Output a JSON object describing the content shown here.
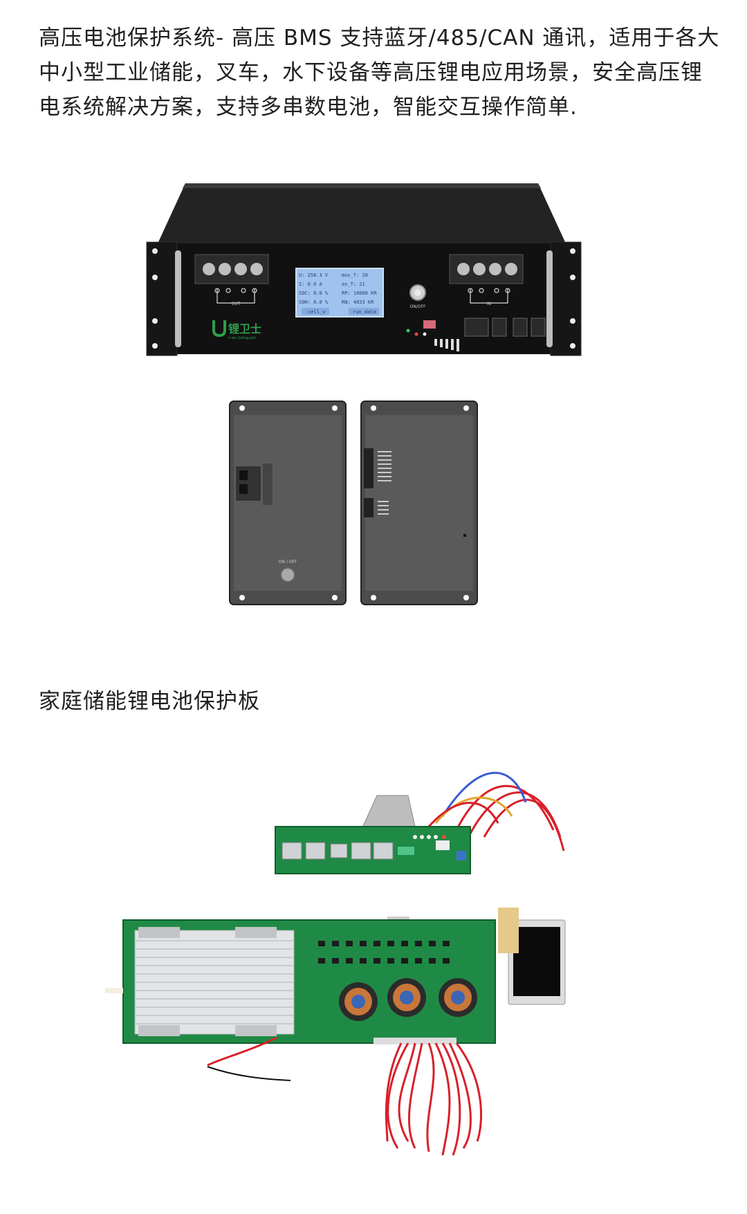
{
  "intro": {
    "paragraph": "高压电池保护系统- 高压 BMS 支持蓝牙/485/CAN 通讯，适用于各大中小型工业储能，叉车，水下设备等高压锂电应用场景，安全高压锂电系统解决方案，支持多串数电池，智能交互操作简单."
  },
  "rack_unit": {
    "lcd": {
      "row1_left": "U:   258.3   V",
      "row1_right": "mos_T:   20",
      "row2_left": "I:    0.0    A",
      "row2_right": "en_T:    21",
      "row3_left": "SOC:  0.0   %",
      "row3_right": "RP:  10000  KR",
      "row4_left": "SOH:  0.0   %",
      "row4_right": "RN:   4833  KR",
      "btn_left": "cell_v",
      "btn_right": "run_data"
    },
    "power_label": "ON/OFF",
    "out_label": "OUT",
    "in_label": "IN",
    "logo_text": "锂卫士",
    "logo_sub": "li-ion Safeguard"
  },
  "module": {
    "power_label": "ON / OFF"
  },
  "section2": {
    "title": "家庭储能锂电池保护板"
  },
  "colors": {
    "chassis": "#151515",
    "lcd": "#9fc2ee",
    "pcb_green": "#1f8a45",
    "wire_red": "#d8202a",
    "module_grey": "#4c4c4c"
  }
}
